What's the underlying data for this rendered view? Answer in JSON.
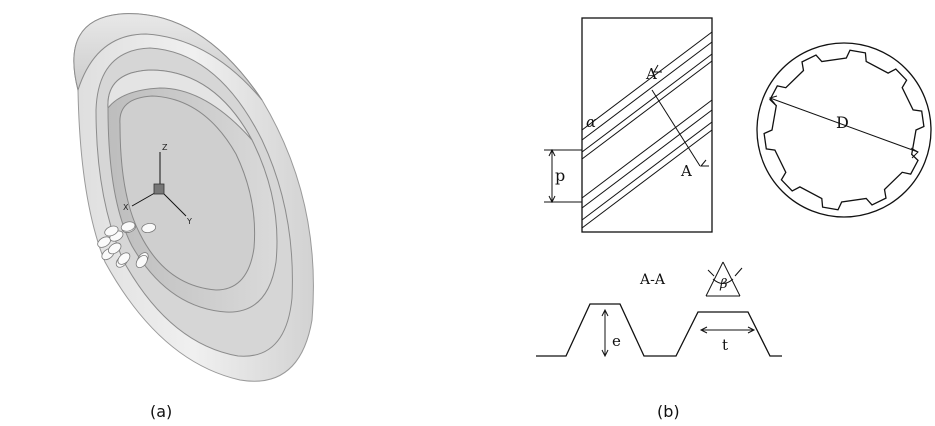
{
  "panel_a": {
    "caption": "(a)",
    "axes": {
      "z": "Z",
      "x": "X",
      "y": "Y"
    },
    "hole_count": 12
  },
  "panel_b": {
    "caption": "(b)",
    "labels": {
      "alpha": "α",
      "pitch": "p",
      "section_top": "A",
      "section_bottom": "A",
      "diameter": "D",
      "section_title": "A-A",
      "beta": "β",
      "height": "e",
      "width": "t"
    },
    "spline_count": 10
  },
  "colors": {
    "ring_light": "#ececec",
    "ring_mid": "#c7c7c7",
    "ring_dark": "#9a9a9a",
    "line": "#111111"
  }
}
